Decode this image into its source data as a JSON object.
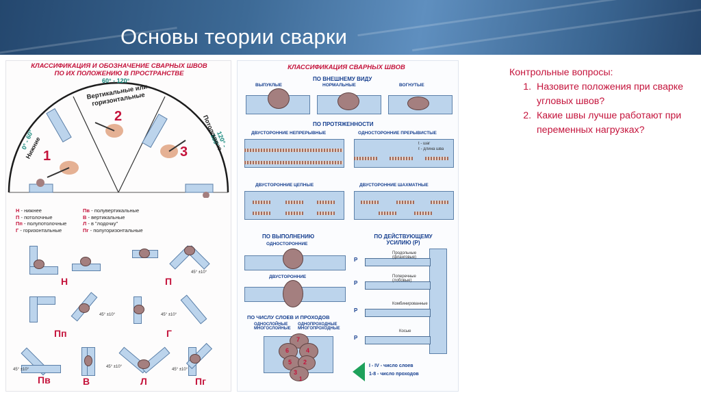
{
  "slide": {
    "title": "Основы теории сварки"
  },
  "questions": {
    "heading": "Контрольные вопросы:",
    "items": [
      "Назовите положения при сварке угловых швов?",
      "Какие швы лучше работают при переменных нагрузках?"
    ]
  },
  "left_panel": {
    "title_line1": "КЛАССИФИКАЦИЯ И ОБОЗНАЧЕНИЕ СВАРНЫХ ШВОВ",
    "title_line2": "ПО ИХ ПОЛОЖЕНИЮ В ПРОСТРАНСТВЕ",
    "sector_angles": [
      "0° - 60°",
      "60° - 120°",
      "120° - 180°"
    ],
    "sectors": [
      {
        "number": "1",
        "label": "Нижние"
      },
      {
        "number": "2",
        "label": "Вертикальные или горизонтальные"
      },
      {
        "number": "3",
        "label": "Потолочные"
      }
    ],
    "legend_left": [
      {
        "code": "Н",
        "text": "- нижнее"
      },
      {
        "code": "П",
        "text": "- потолочные"
      },
      {
        "code": "Пп",
        "text": "- полупотолочные"
      },
      {
        "code": "Г",
        "text": "- горизонтальные"
      }
    ],
    "legend_right": [
      {
        "code": "Пв",
        "text": "- полувертикальные"
      },
      {
        "code": "В",
        "text": "- вертикальные"
      },
      {
        "code": "Л",
        "text": "- в \"лодочку\""
      },
      {
        "code": "Пг",
        "text": "- полугоризонтальные"
      }
    ],
    "position_letters": [
      "Н",
      "П",
      "Пп",
      "Г",
      "Пв",
      "В",
      "Л",
      "Пг"
    ],
    "angle_note": "45° ±10°"
  },
  "mid_panel": {
    "title": "КЛАССИФИКАЦИЯ СВАРНЫХ ШВОВ",
    "by_appearance": "ПО ВНЕШНЕМУ ВИДУ",
    "appearance_types": [
      "выпуклые",
      "нормальные",
      "вогнутые"
    ],
    "by_length": "ПО ПРОТЯЖЕННОСТИ",
    "length_types": [
      "двусторонние непрерывные",
      "односторонние прерывистые",
      "двусторонние цепные",
      "двусторонние шахматные"
    ],
    "pitch_labels": [
      "t - шаг",
      "ℓ - длина шва"
    ],
    "by_execution": "ПО ВЫПОЛНЕНИЮ",
    "execution_types": [
      "односторонние",
      "двусторонние"
    ],
    "by_layers": "ПО ЧИСЛУ СЛОЕВ И ПРОХОДОВ",
    "layer_types": [
      "однослойные многослойные",
      "однопроходные многопроходные"
    ],
    "layer_numbers": [
      "7",
      "6",
      "4",
      "5",
      "2",
      "3",
      "1"
    ],
    "layer_notes": [
      "I - IV - число слоев",
      "1-8 - число проходов"
    ],
    "by_force": "ПО ДЕЙСТВУЮЩЕМУ УСИЛИЮ (P)",
    "force_symbol": "P",
    "force_types": [
      "Продольные (фланговые)",
      "Поперечные (лобовые)",
      "Комбинированные",
      "Косые"
    ]
  }
}
